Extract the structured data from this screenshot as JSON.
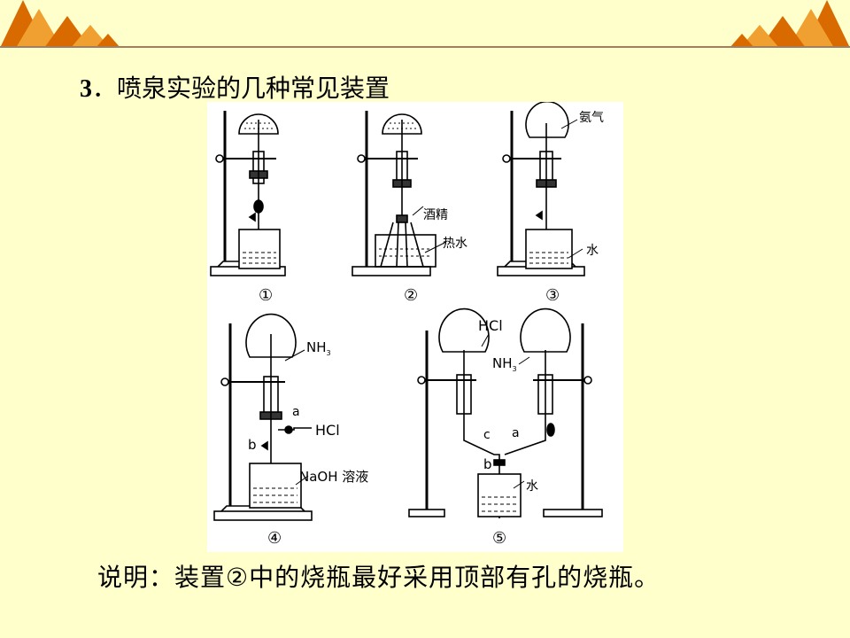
{
  "slide": {
    "title_number": "3",
    "title_text": "．喷泉实验的几种常见装置",
    "note": "说明：装置②中的烧瓶最好采用顶部有孔的烧瓶。"
  },
  "figure": {
    "captions": [
      "①",
      "②",
      "③",
      "④",
      "⑤"
    ],
    "labels": {
      "alcohol": "酒精",
      "hot_water": "热水",
      "ammonia": "氨气",
      "water3": "水",
      "nh3_4": "NH",
      "nh3_4_sub": "3",
      "a4": "a",
      "hcl4": "HCl",
      "b4": "b",
      "naoh": "NaOH 溶液",
      "hcl5": "HCl",
      "nh3_5": "NH",
      "nh3_5_sub": "3",
      "c5": "c",
      "a5": "a",
      "b5": "b",
      "water5": "水"
    }
  },
  "colors": {
    "background": "#FFFFCC",
    "corner_dark": "#D96A00",
    "corner_light": "#F0A030",
    "rule": "#A08060"
  }
}
